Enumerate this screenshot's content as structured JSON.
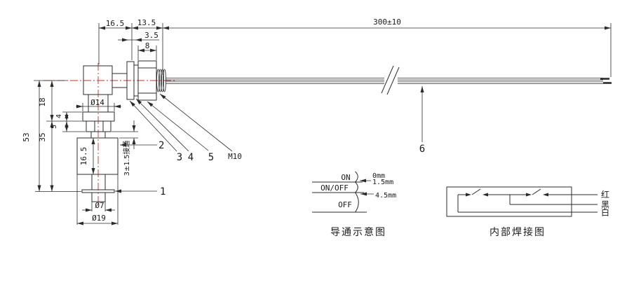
{
  "main_view": {
    "dims": {
      "d16_5_top": "16.5",
      "d13_5": "13.5",
      "d3_5": "3.5",
      "d8": "8",
      "d300": "300±10",
      "d53": "53",
      "d18": "18",
      "d35": "35",
      "d4": "4",
      "d5": "5",
      "d14": "Ø14",
      "d16_5_float": "16.5",
      "d3_15": "3±1.5接通",
      "d7": "Ø7",
      "d19": "Ø19",
      "thread": "M10"
    },
    "part_labels": {
      "p1": "1",
      "p2": "2",
      "p3": "3",
      "p4": "4",
      "p5": "5",
      "p6": "6"
    }
  },
  "conduction_diagram": {
    "caption": "导通示意图",
    "states": {
      "on": "ON",
      "on_off": "ON/OFF",
      "off": "OFF"
    },
    "distances": {
      "d0": "0mm",
      "d1_5": "1.5mm",
      "d4_5": "4.5mm"
    }
  },
  "wiring_diagram": {
    "caption": "内部焊接图",
    "wire_red": "红",
    "wire_black": "黑",
    "wire_white": "白"
  }
}
